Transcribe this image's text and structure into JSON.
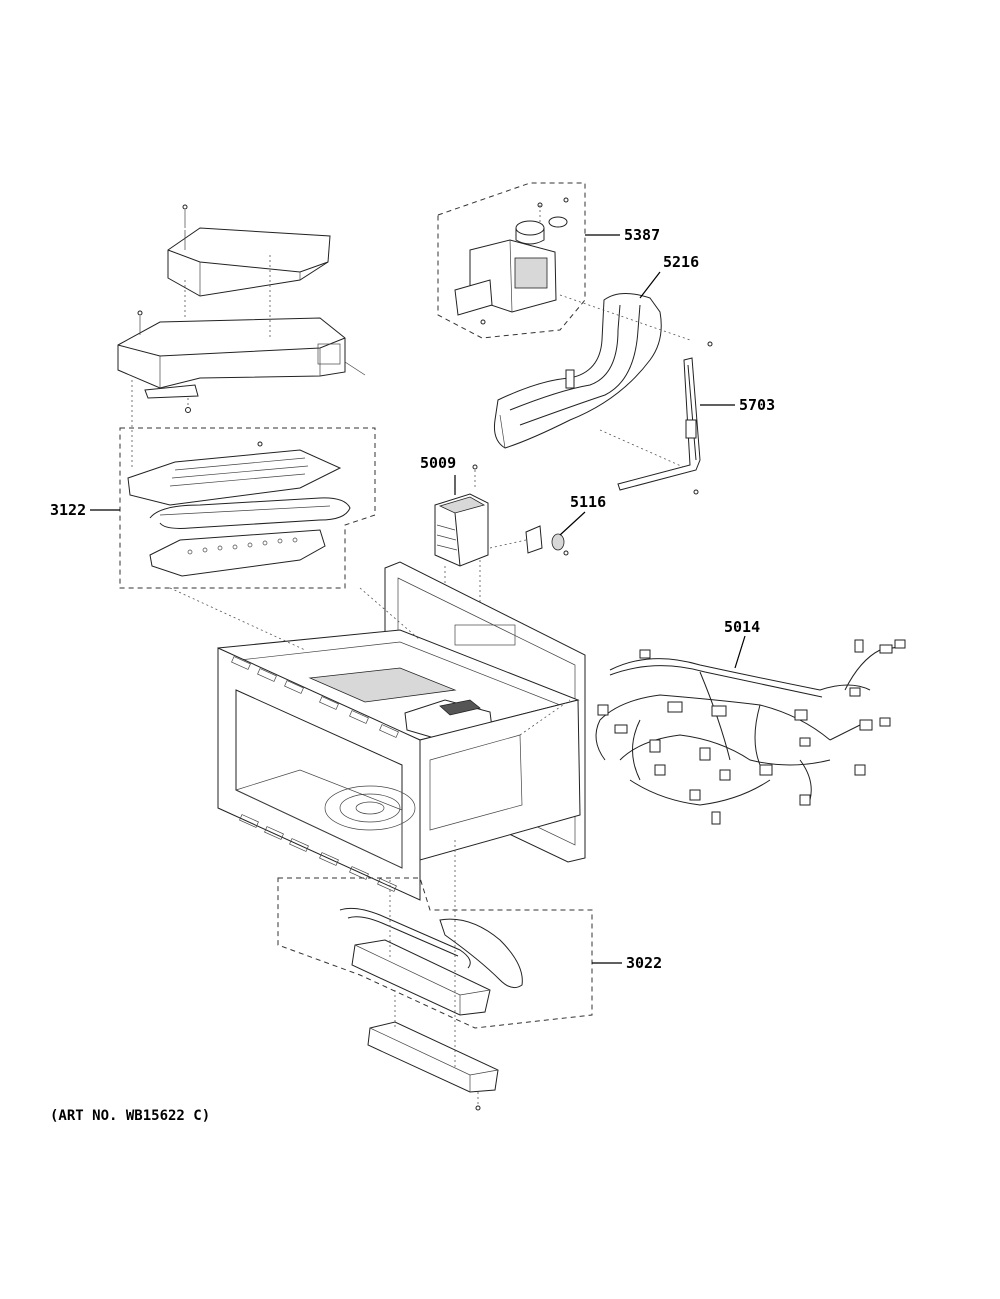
{
  "diagram": {
    "art_number": "(ART NO. WB15622 C)",
    "callouts": [
      {
        "id": "5387",
        "label": "5387"
      },
      {
        "id": "5216",
        "label": "5216"
      },
      {
        "id": "5703",
        "label": "5703"
      },
      {
        "id": "5009",
        "label": "5009"
      },
      {
        "id": "5116",
        "label": "5116"
      },
      {
        "id": "3122",
        "label": "3122"
      },
      {
        "id": "5014",
        "label": "5014"
      },
      {
        "id": "3022",
        "label": "3022"
      }
    ]
  }
}
